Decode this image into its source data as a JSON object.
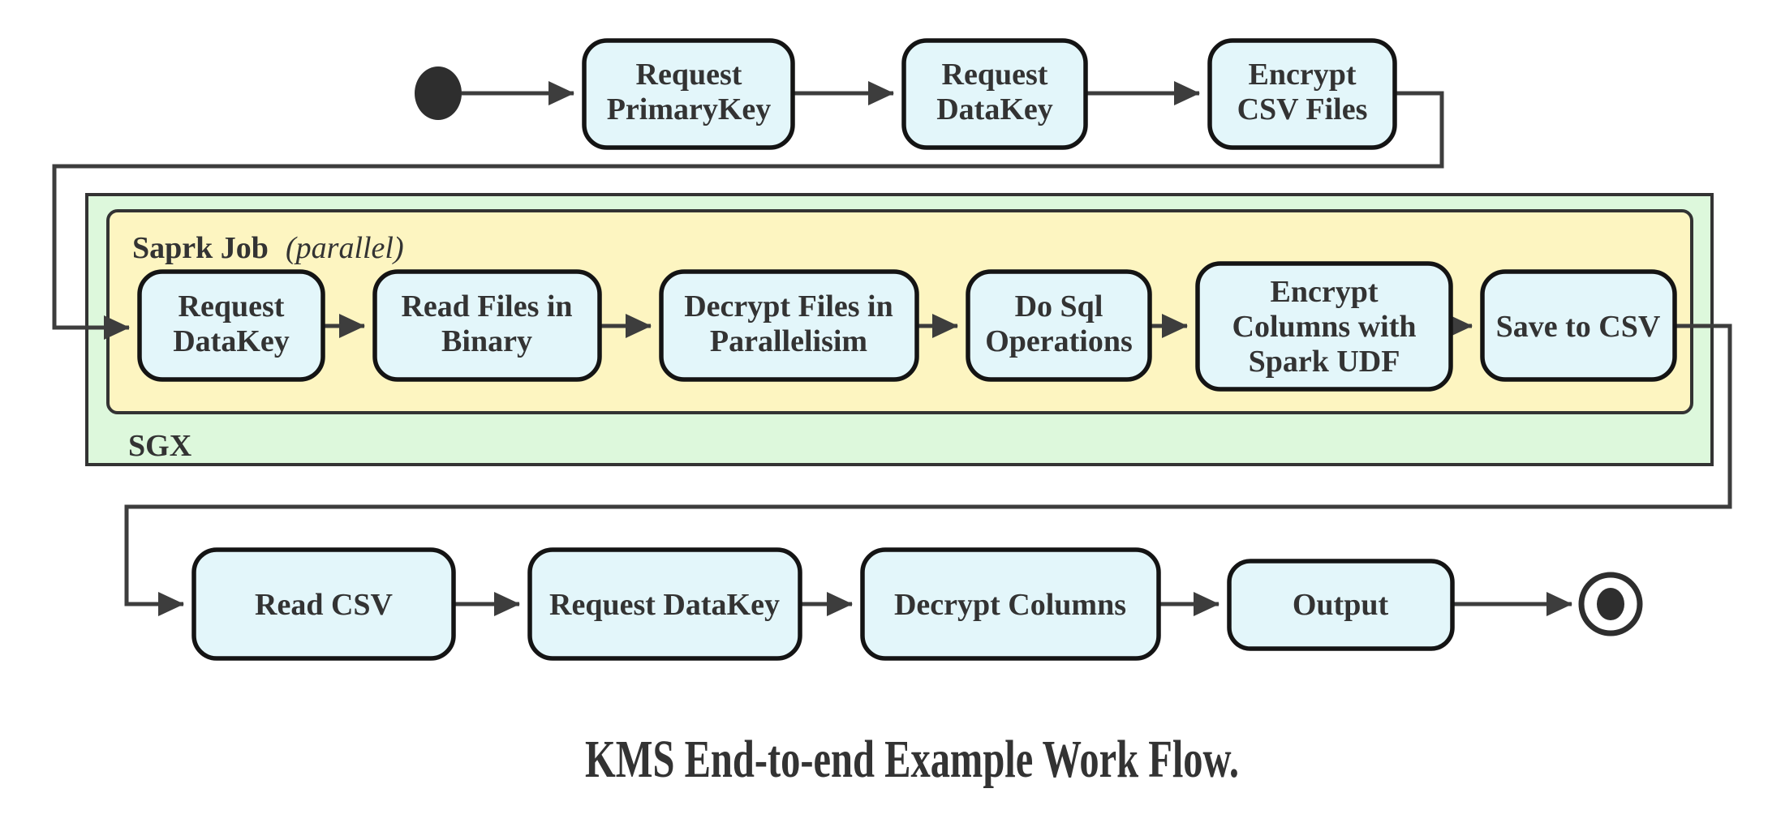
{
  "caption": "KMS End-to-end Example Work Flow.",
  "containers": {
    "sgx_label": "SGX",
    "spark_label": "Saprk Job",
    "spark_label_suffix": "(parallel)"
  },
  "nodes": {
    "request_primarykey": {
      "l1": "Request",
      "l2": "PrimaryKey"
    },
    "request_datakey_top": {
      "l1": "Request",
      "l2": "DataKey"
    },
    "encrypt_csv_files": {
      "l1": "Encrypt",
      "l2": "CSV Files"
    },
    "request_datakey_sgx": {
      "l1": "Request",
      "l2": "DataKey"
    },
    "read_files_in_binary": {
      "l1": "Read Files in",
      "l2": "Binary"
    },
    "decrypt_files_in_parallelisim": {
      "l1": "Decrypt Files in",
      "l2": "Parallelisim"
    },
    "do_sql_operations": {
      "l1": "Do Sql",
      "l2": "Operations"
    },
    "encrypt_columns_with_spark_udf": {
      "l1": "Encrypt",
      "l2": "Columns with",
      "l3": "Spark UDF"
    },
    "save_to_csv": {
      "l1": "Save to CSV"
    },
    "read_csv": {
      "l1": "Read CSV"
    },
    "request_datakey_out": {
      "l1": "Request DataKey"
    },
    "decrypt_columns": {
      "l1": "Decrypt Columns"
    },
    "output": {
      "l1": "Output"
    }
  },
  "colors": {
    "node_fill": "#e3f6fa",
    "node_border": "#141414",
    "spark_fill": "#fdf5c1",
    "sgx_fill": "#ddf8dc",
    "container_border": "#333333",
    "edge": "#3d3d3d",
    "text": "#333333",
    "start_end": "#2e2e2e",
    "background": "#ffffff"
  }
}
